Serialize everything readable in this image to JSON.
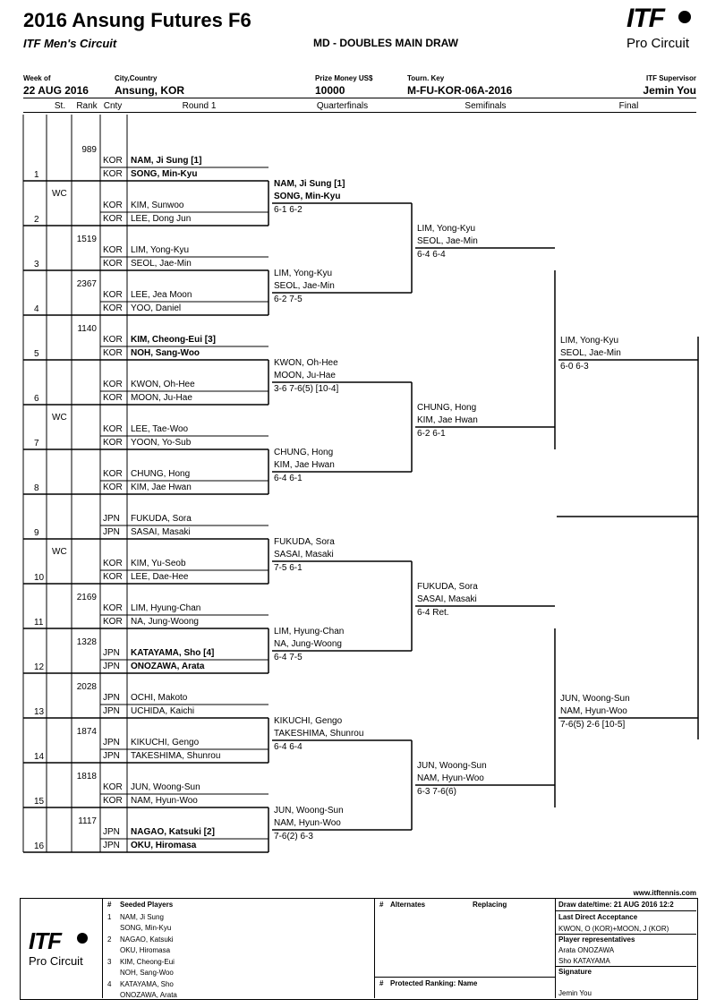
{
  "header": {
    "title": "2016 Ansung Futures F6",
    "subtitle": "ITF Men's Circuit",
    "draw_type": "MD - DOUBLES MAIN DRAW",
    "logo_itf": "ITF",
    "logo_pro": "Pro Circuit",
    "week_label": "Week of",
    "week_value": "22 AUG 2016",
    "city_label": "City,Country",
    "city_value": "Ansung, KOR",
    "prize_label": "Prize Money US$",
    "prize_value": "10000",
    "key_label": "Tourn. Key",
    "key_value": "M-FU-KOR-06A-2016",
    "sup_label": "ITF Supervisor",
    "sup_value": "Jemin You"
  },
  "columns": {
    "st": "St.",
    "rank": "Rank",
    "cnty": "Cnty",
    "r1": "Round 1",
    "qf": "Quarterfinals",
    "sf": "Semifinals",
    "final": "Final"
  },
  "lines": [
    {
      "num": "1",
      "st": "",
      "rank": "989",
      "p1": "NAM, Ji Sung [1]",
      "c1": "KOR",
      "p2": "SONG, Min-Kyu",
      "c2": "KOR",
      "bold": true
    },
    {
      "num": "2",
      "st": "WC",
      "rank": "",
      "p1": "KIM, Sunwoo",
      "c1": "KOR",
      "p2": "LEE, Dong Jun",
      "c2": "KOR",
      "bold": false
    },
    {
      "num": "3",
      "st": "",
      "rank": "1519",
      "p1": "LIM, Yong-Kyu",
      "c1": "KOR",
      "p2": "SEOL, Jae-Min",
      "c2": "KOR",
      "bold": false
    },
    {
      "num": "4",
      "st": "",
      "rank": "2367",
      "p1": "LEE, Jea Moon",
      "c1": "KOR",
      "p2": "YOO, Daniel",
      "c2": "KOR",
      "bold": false
    },
    {
      "num": "5",
      "st": "",
      "rank": "1140",
      "p1": "KIM, Cheong-Eui [3]",
      "c1": "KOR",
      "p2": "NOH, Sang-Woo",
      "c2": "KOR",
      "bold": true
    },
    {
      "num": "6",
      "st": "",
      "rank": "",
      "p1": "KWON, Oh-Hee",
      "c1": "KOR",
      "p2": "MOON, Ju-Hae",
      "c2": "KOR",
      "bold": false
    },
    {
      "num": "7",
      "st": "WC",
      "rank": "",
      "p1": "LEE, Tae-Woo",
      "c1": "KOR",
      "p2": "YOON, Yo-Sub",
      "c2": "KOR",
      "bold": false
    },
    {
      "num": "8",
      "st": "",
      "rank": "",
      "p1": "CHUNG, Hong",
      "c1": "KOR",
      "p2": "KIM, Jae Hwan",
      "c2": "KOR",
      "bold": false
    },
    {
      "num": "9",
      "st": "",
      "rank": "",
      "p1": "FUKUDA, Sora",
      "c1": "JPN",
      "p2": "SASAI, Masaki",
      "c2": "JPN",
      "bold": false
    },
    {
      "num": "10",
      "st": "WC",
      "rank": "",
      "p1": "KIM, Yu-Seob",
      "c1": "KOR",
      "p2": "LEE, Dae-Hee",
      "c2": "KOR",
      "bold": false
    },
    {
      "num": "11",
      "st": "",
      "rank": "2169",
      "p1": "LIM, Hyung-Chan",
      "c1": "KOR",
      "p2": "NA, Jung-Woong",
      "c2": "KOR",
      "bold": false
    },
    {
      "num": "12",
      "st": "",
      "rank": "1328",
      "p1": "KATAYAMA, Sho [4]",
      "c1": "JPN",
      "p2": "ONOZAWA, Arata",
      "c2": "JPN",
      "bold": true
    },
    {
      "num": "13",
      "st": "",
      "rank": "2028",
      "p1": "OCHI, Makoto",
      "c1": "JPN",
      "p2": "UCHIDA, Kaichi",
      "c2": "JPN",
      "bold": false
    },
    {
      "num": "14",
      "st": "",
      "rank": "1874",
      "p1": "KIKUCHI, Gengo",
      "c1": "JPN",
      "p2": "TAKESHIMA, Shunrou",
      "c2": "JPN",
      "bold": false
    },
    {
      "num": "15",
      "st": "",
      "rank": "1818",
      "p1": "JUN, Woong-Sun",
      "c1": "KOR",
      "p2": "NAM, Hyun-Woo",
      "c2": "KOR",
      "bold": false
    },
    {
      "num": "16",
      "st": "",
      "rank": "1117",
      "p1": "NAGAO, Katsuki [2]",
      "c1": "JPN",
      "p2": "OKU, Hiromasa",
      "c2": "JPN",
      "bold": true
    }
  ],
  "qf": [
    {
      "p1": "NAM, Ji Sung [1]",
      "p2": "SONG, Min-Kyu",
      "score": "6-1 6-2",
      "bold": true
    },
    {
      "p1": "LIM, Yong-Kyu",
      "p2": "SEOL, Jae-Min",
      "score": "6-2 7-5",
      "bold": false
    },
    {
      "p1": "KWON, Oh-Hee",
      "p2": "MOON, Ju-Hae",
      "score": "3-6 7-6(5) [10-4]",
      "bold": false
    },
    {
      "p1": "CHUNG, Hong",
      "p2": "KIM, Jae Hwan",
      "score": "6-4 6-1",
      "bold": false
    },
    {
      "p1": "FUKUDA, Sora",
      "p2": "SASAI, Masaki",
      "score": "7-5 6-1",
      "bold": false
    },
    {
      "p1": "LIM, Hyung-Chan",
      "p2": "NA, Jung-Woong",
      "score": "6-4 7-5",
      "bold": false
    },
    {
      "p1": "KIKUCHI, Gengo",
      "p2": "TAKESHIMA, Shunrou",
      "score": "6-4 6-4",
      "bold": false
    },
    {
      "p1": "JUN, Woong-Sun",
      "p2": "NAM, Hyun-Woo",
      "score": "7-6(2) 6-3",
      "bold": false
    }
  ],
  "sf": [
    {
      "p1": "LIM, Yong-Kyu",
      "p2": "SEOL, Jae-Min",
      "score": "6-4 6-4"
    },
    {
      "p1": "CHUNG, Hong",
      "p2": "KIM, Jae Hwan",
      "score": "6-2 6-1"
    },
    {
      "p1": "FUKUDA, Sora",
      "p2": "SASAI, Masaki",
      "score": "6-4 Ret."
    },
    {
      "p1": "JUN, Woong-Sun",
      "p2": "NAM, Hyun-Woo",
      "score": "6-3 7-6(6)"
    }
  ],
  "final": [
    {
      "p1": "LIM, Yong-Kyu",
      "p2": "SEOL, Jae-Min",
      "score": "6-0 6-3"
    },
    {
      "p1": "JUN, Woong-Sun",
      "p2": "NAM, Hyun-Woo",
      "score": "7-6(5) 2-6 [10-5]"
    }
  ],
  "footer": {
    "website": "www.itftennis.com",
    "seeded_head": "Seeded Players",
    "hash": "#",
    "seeds": [
      {
        "n": "1",
        "a": "NAM, Ji Sung",
        "b": "SONG, Min-Kyu"
      },
      {
        "n": "2",
        "a": "NAGAO, Katsuki",
        "b": "OKU, Hiromasa"
      },
      {
        "n": "3",
        "a": "KIM, Cheong-Eui",
        "b": "NOH, Sang-Woo"
      },
      {
        "n": "4",
        "a": "KATAYAMA, Sho",
        "b": "ONOZAWA, Arata"
      }
    ],
    "alternates": "Alternates",
    "replacing": "Replacing",
    "protected": "Protected Ranking: Name",
    "draw_date": "Draw date/time: 21 AUG 2016 12:2",
    "lda_label": "Last Direct Acceptance",
    "lda_value": "KWON, O (KOR)+MOON, J (KOR)",
    "reps_label": "Player representatives",
    "rep1": "Arata ONOZAWA",
    "rep2": "Sho KATAYAMA",
    "sig_label": "Signature",
    "sig_value": "Jemin You"
  }
}
